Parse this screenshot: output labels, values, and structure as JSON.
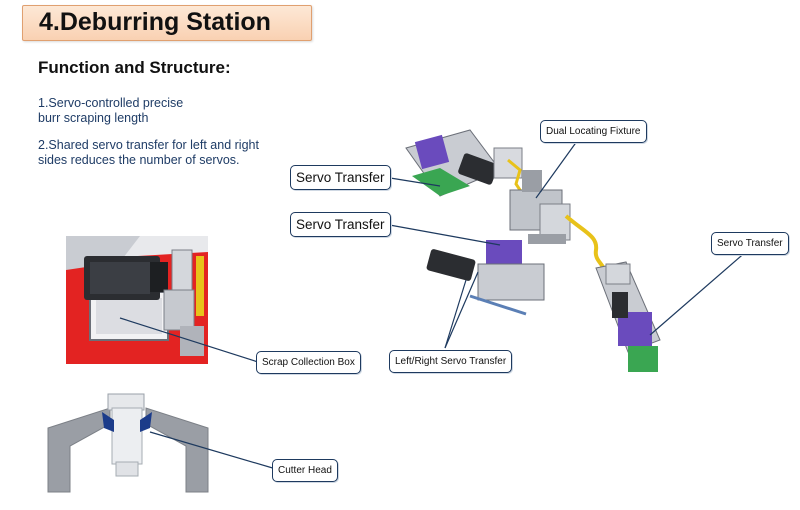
{
  "title": "4.Deburring Station",
  "section": {
    "heading": "Function and Structure:",
    "item1": {
      "line1": "1.Servo-controlled precise",
      "line2": "burr scraping length"
    },
    "item2": {
      "line1": "2.Shared servo transfer for left and right",
      "line2": "sides reduces the number of servos."
    }
  },
  "callouts": {
    "servo_transfer_1": "Servo Transfer",
    "servo_transfer_2": "Servo Transfer",
    "servo_transfer_3": "Servo Transfer",
    "dual_locating_fixture": "Dual Locating Fixture",
    "left_right_servo_transfer": "Left/Right Servo Transfer",
    "scrap_collection_box": "Scrap Collection Box",
    "cutter_head": "Cutter Head"
  },
  "colors": {
    "title_fill": "#f9d1b2",
    "title_border": "#e0a070",
    "text_blue": "#1f3c66",
    "leader_line": "#1e3a5f",
    "machine_purple": "#6a4bbd",
    "machine_green": "#3aa652",
    "machine_red": "#e32322",
    "machine_gray": "#9a9ea5"
  }
}
